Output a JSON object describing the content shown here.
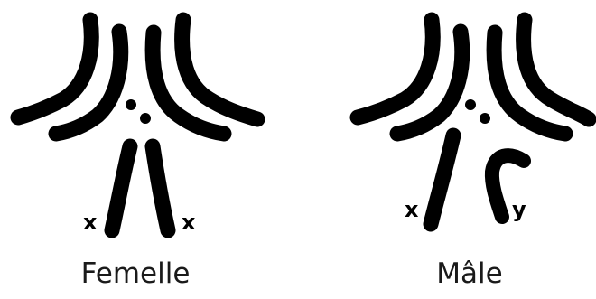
{
  "colors": {
    "background": "#ffffff",
    "chromosome": "#000000",
    "caption": "#1a1a1a"
  },
  "female": {
    "caption": "Femelle",
    "left_sex_label": "x",
    "right_sex_label": "x"
  },
  "male": {
    "caption": "Mâle",
    "left_sex_label": "x",
    "right_sex_label": "y"
  }
}
